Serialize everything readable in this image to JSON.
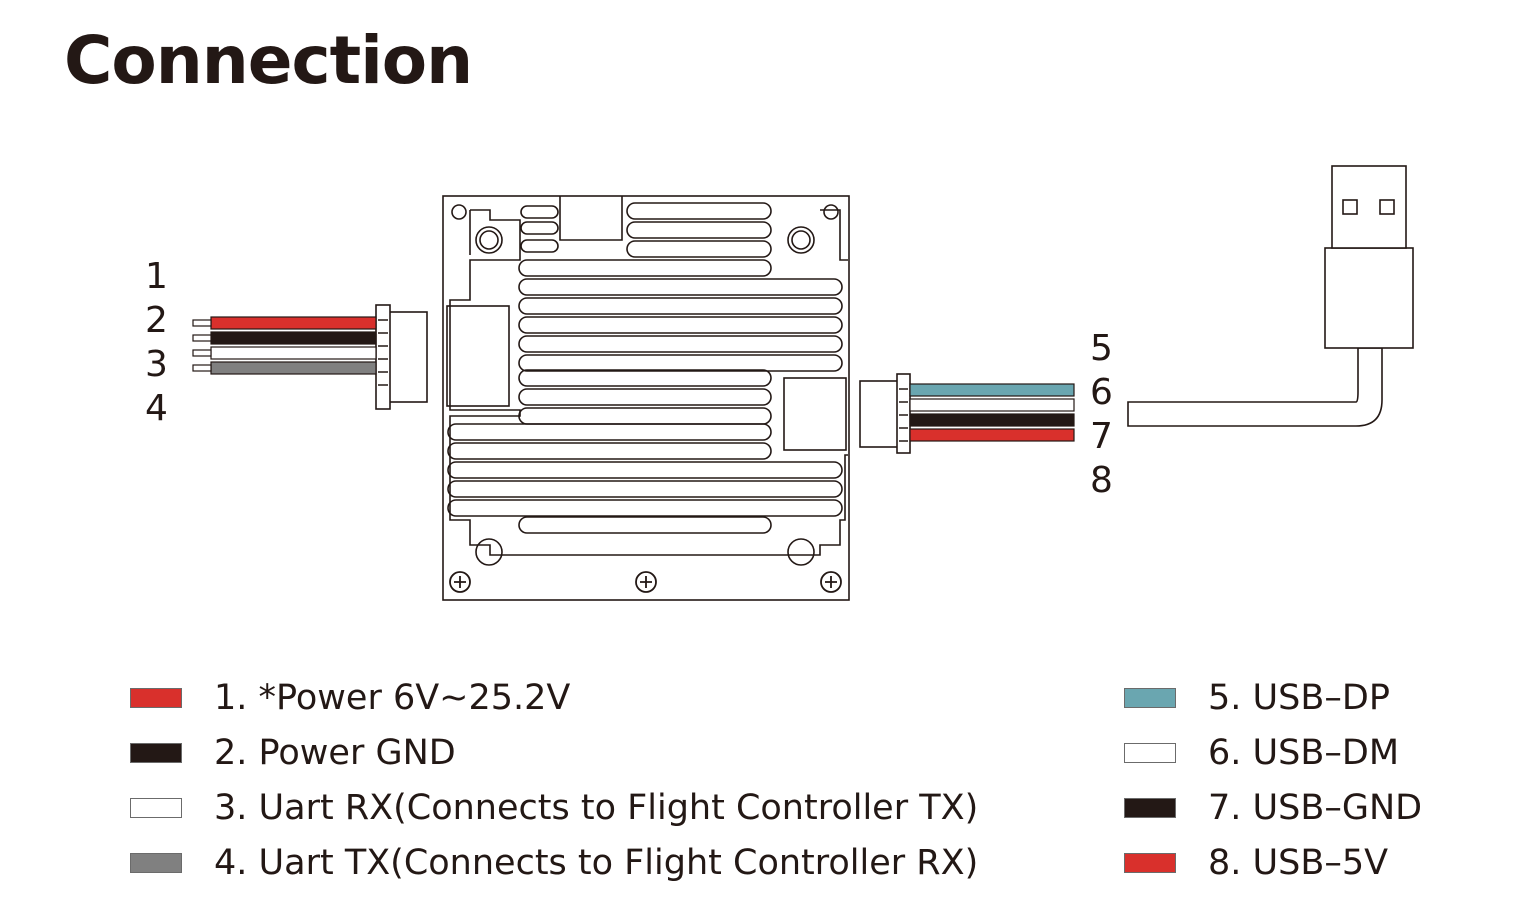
{
  "title": "Connection",
  "colors": {
    "red": "#d9302c",
    "black": "#231815",
    "white": "#ffffff",
    "gray": "#808080",
    "teal": "#6aa6b0",
    "outline": "#231815"
  },
  "left_connector": {
    "pin_numbers": [
      "1",
      "2",
      "3",
      "4"
    ],
    "wires": [
      "red",
      "black",
      "white",
      "gray"
    ]
  },
  "right_connector": {
    "pin_numbers": [
      "5",
      "6",
      "7",
      "8"
    ],
    "wires": [
      "teal",
      "white",
      "black",
      "red"
    ]
  },
  "legend_left": [
    {
      "label": "1. *Power 6V~25.2V",
      "color": "red"
    },
    {
      "label": "2. Power GND",
      "color": "black"
    },
    {
      "label": "3. Uart RX(Connects to Flight Controller TX)",
      "color": "white"
    },
    {
      "label": "4. Uart TX(Connects to Flight Controller RX)",
      "color": "gray"
    }
  ],
  "legend_right": [
    {
      "label": "5. USB–DP",
      "color": "teal"
    },
    {
      "label": "6. USB–DM",
      "color": "white"
    },
    {
      "label": "7. USB–GND",
      "color": "black"
    },
    {
      "label": "8. USB–5V",
      "color": "red"
    }
  ],
  "icons": {
    "module": "heatsink-module-icon",
    "usb": "usb-a-plug-icon",
    "screw": "screw-hole-icon"
  }
}
